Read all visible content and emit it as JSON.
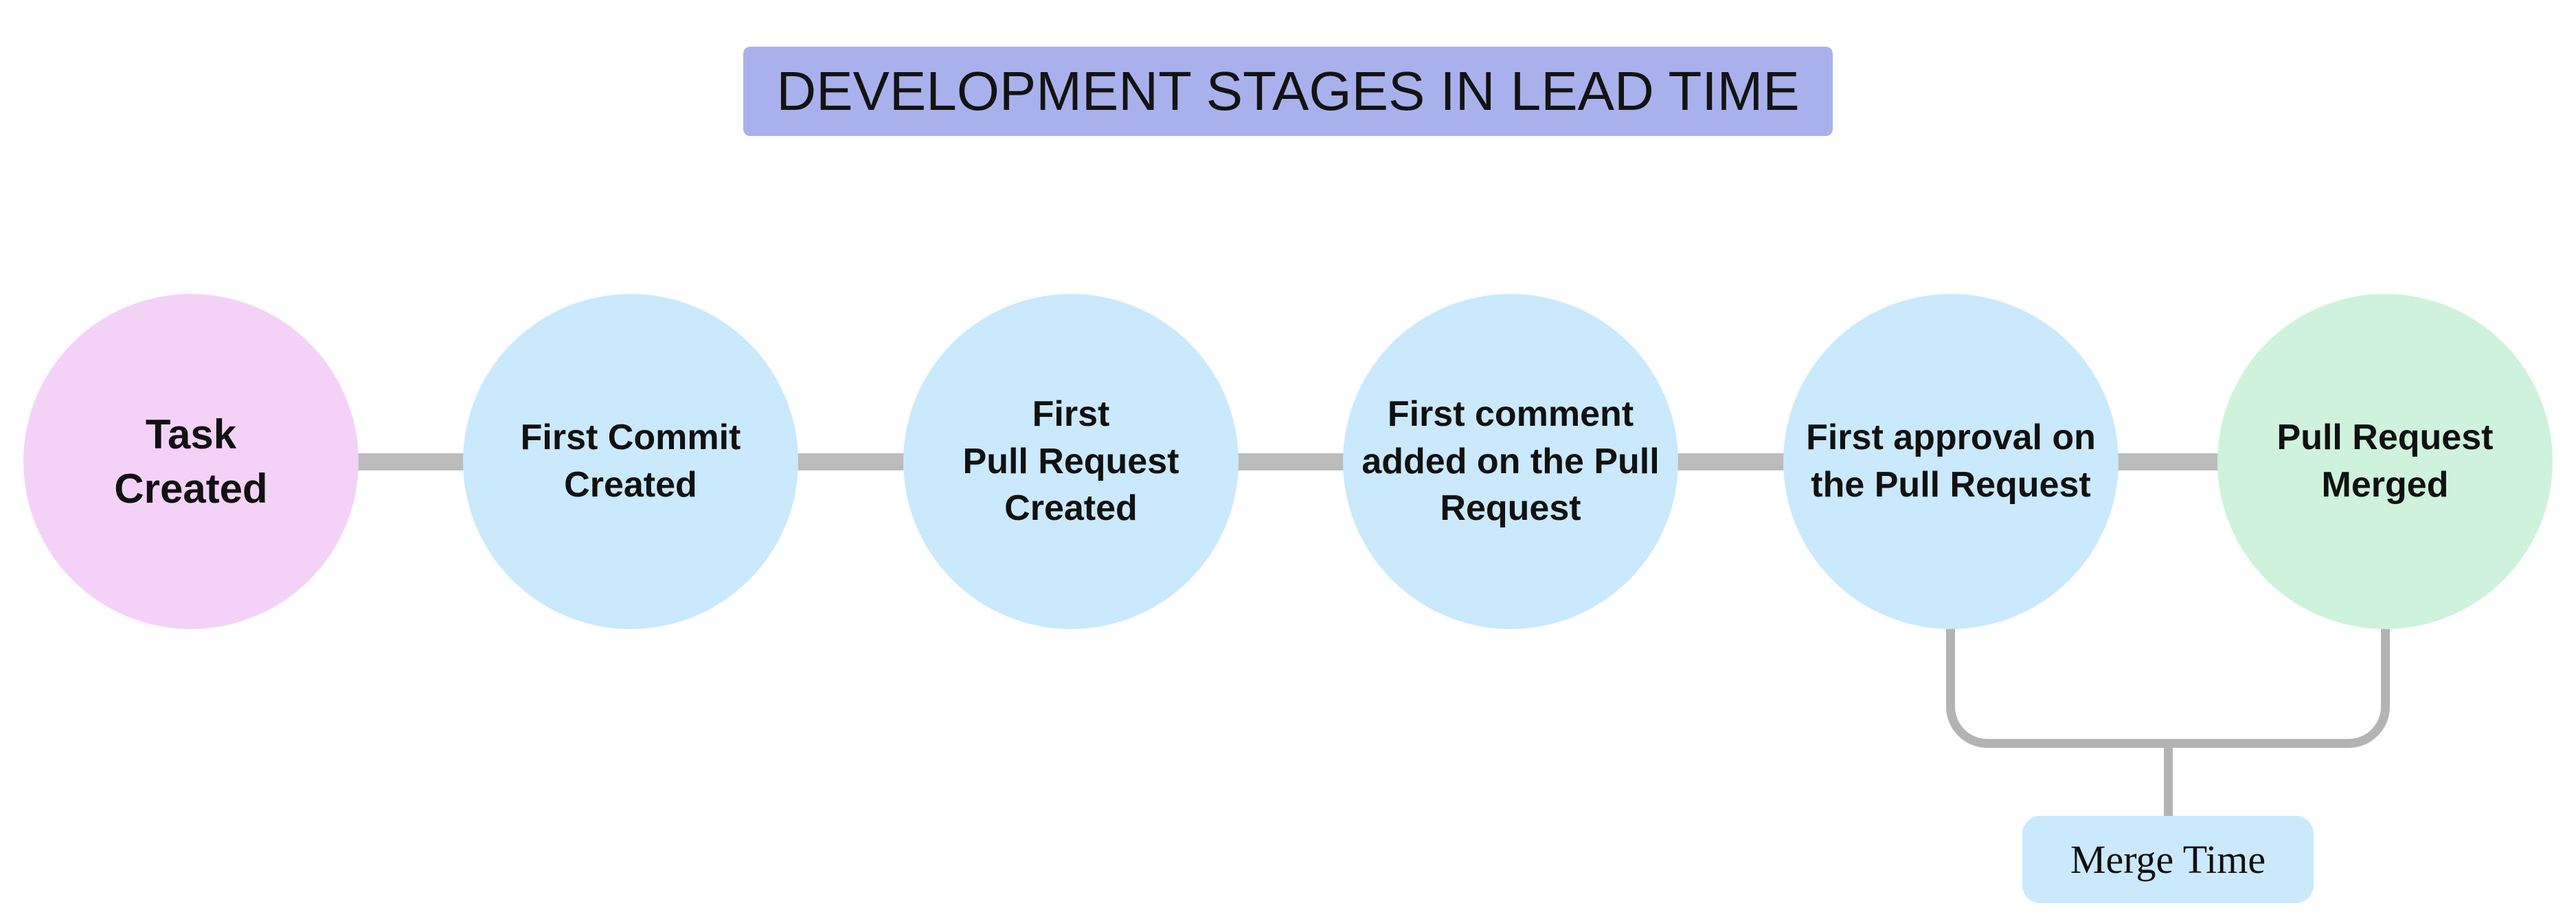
{
  "title": {
    "label": "DEVELOPMENT STAGES IN LEAD TIME",
    "bg_color": "#a9b1ed",
    "text_color": "#131313"
  },
  "stages": [
    {
      "label": "Task\nCreated",
      "color": "#f4d2f7"
    },
    {
      "label": "First Commit\nCreated",
      "color": "#cbe9fc"
    },
    {
      "label": "First\nPull Request\nCreated",
      "color": "#cbe9fc"
    },
    {
      "label": "First comment\nadded on the Pull\nRequest",
      "color": "#cbe9fc"
    },
    {
      "label": "First approval on\nthe Pull Request",
      "color": "#cbe9fc"
    },
    {
      "label": "Pull Request\nMerged",
      "color": "#cff2dc"
    }
  ],
  "connector_color": "#bcbcbc",
  "bracket": {
    "color": "#b3b3b3",
    "label": "Merge Time",
    "label_bg_color": "#cbe9fc"
  }
}
